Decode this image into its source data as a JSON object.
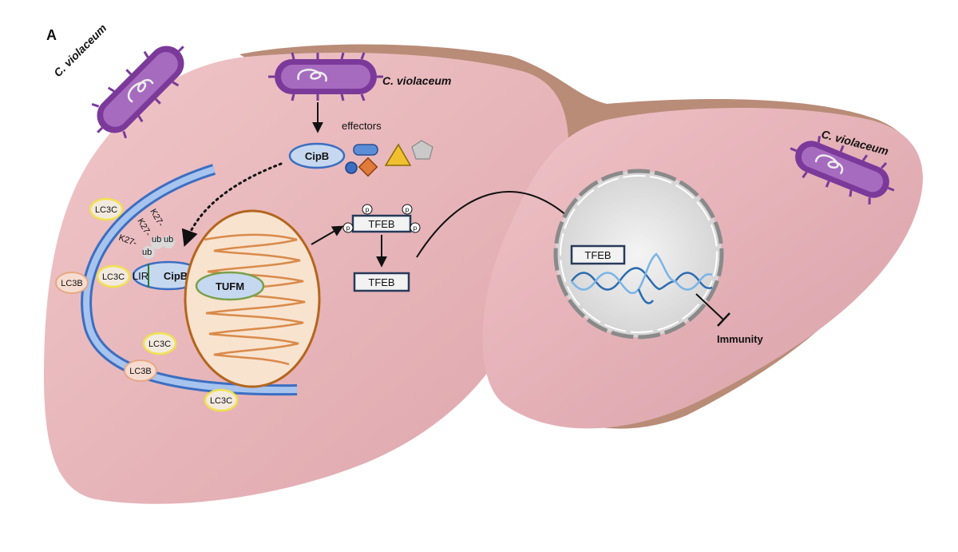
{
  "panel": {
    "label": "A"
  },
  "bacteria": {
    "name": "C. violaceum"
  },
  "labels": {
    "effectors": "effectors",
    "cipb": "CipB",
    "lir": "LIR",
    "tufm": "TUFM",
    "tfeb": "TFEB",
    "immunity": "Immunity",
    "lc3c": "LC3C",
    "lc3b": "LC3B",
    "k27_a": "K27-",
    "k27_b": "K27-",
    "k27_c": "K27-",
    "ub_a": "ub",
    "ub_b": "ub",
    "ub_c": "ub",
    "phospho": "p"
  },
  "colors": {
    "cell": "#e8b3b8",
    "cell_dark": "#c7868f",
    "liver_bg": "#b88a7a",
    "bacterium": "#7b3a9a",
    "bacterium_fill": "#a66bbf",
    "phagophore": "#5b8ed6",
    "phagophore_fill": "#a7c4ee",
    "mito_outer": "#b5651d",
    "mito_fill": "#f8e3cf",
    "tufm_fill": "#c6d8f0",
    "tufm_stroke": "#7aa04a",
    "lc3c_stroke": "#f1e14f",
    "lc3b_stroke": "#e6a884",
    "tfeb_box": "#263a5a",
    "nucleus_fill": "#d9d9d9",
    "dna_a": "#2b6cb0",
    "dna_b": "#79b4e6",
    "effector_blue": "#3b6ec2",
    "effector_orange": "#e07b39",
    "effector_yellow": "#f0c030",
    "effector_gray": "#b9b9b9"
  }
}
